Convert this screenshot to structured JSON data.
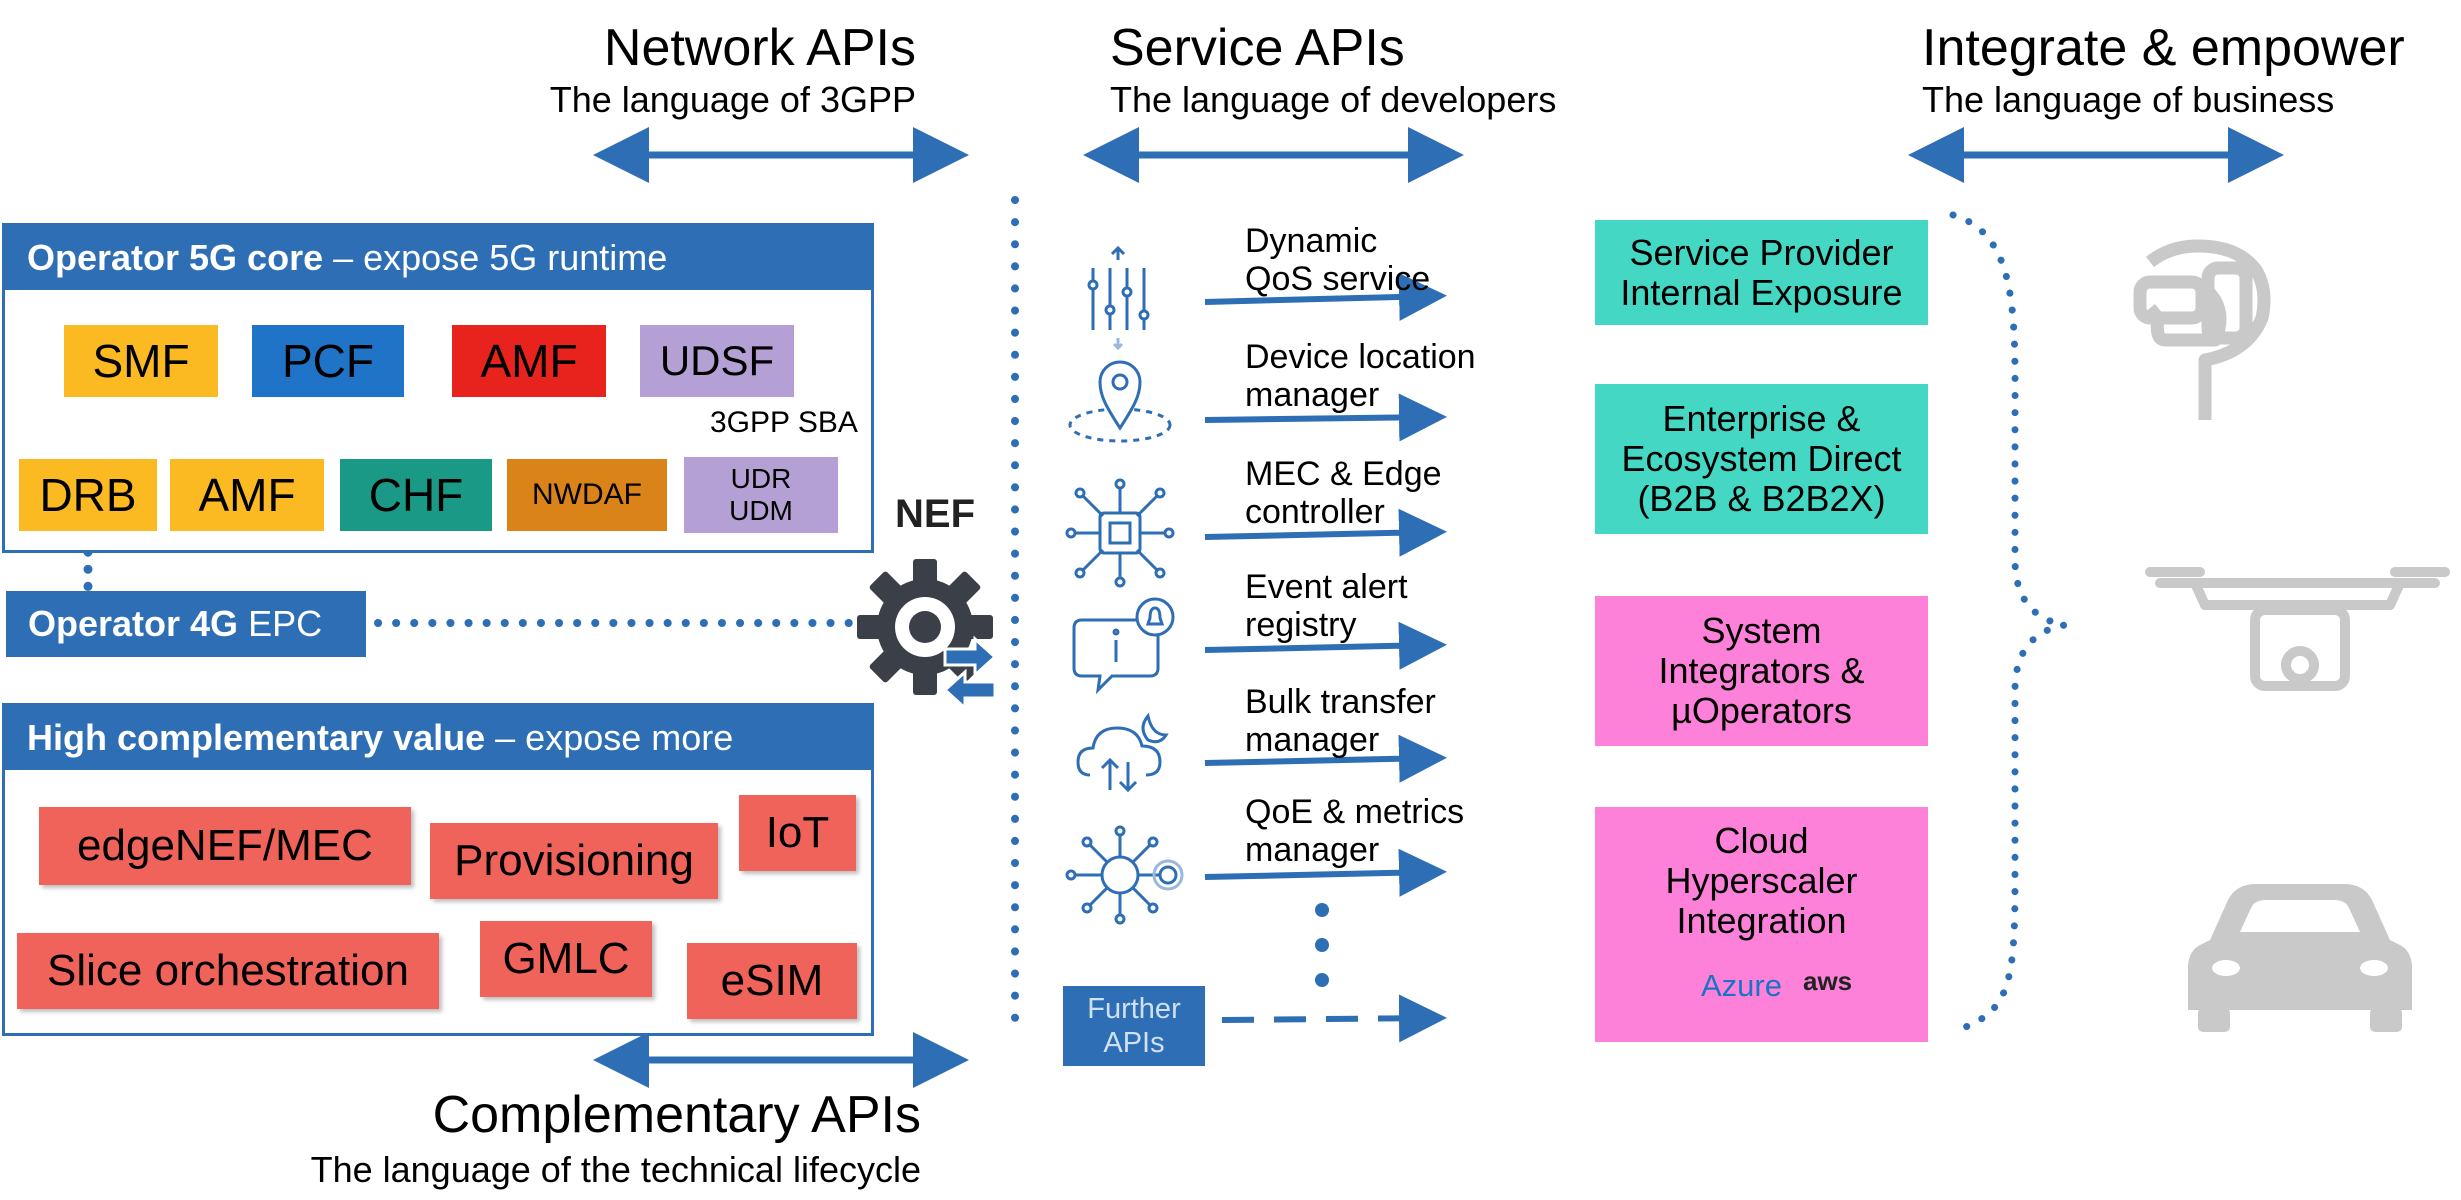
{
  "headers": {
    "network": {
      "title": "Network APIs",
      "subtitle": "The language of 3GPP"
    },
    "service": {
      "title": "Service APIs",
      "subtitle": "The language of developers"
    },
    "integrate": {
      "title": "Integrate & empower",
      "subtitle": "The language of business"
    },
    "complementary": {
      "title": "Complementary APIs",
      "subtitle": "The language of the technical lifecycle"
    }
  },
  "core_panel": {
    "title_bold": "Operator 5G core",
    "title_rest": " – expose 5G runtime",
    "top_row": [
      "SMF",
      "PCF",
      "AMF",
      "UDSF"
    ],
    "sba_label": "3GPP SBA",
    "bottom_row": [
      "DRB",
      "AMF",
      "CHF",
      "NWDAF",
      "UDR",
      "UDM"
    ]
  },
  "epc": {
    "bold": "Operator 4G",
    "rest": " EPC"
  },
  "nef_label": "NEF",
  "complementary_panel": {
    "title_bold": "High complementary value",
    "title_rest": " – expose more",
    "items": [
      "edgeNEF/MEC",
      "Provisioning",
      "IoT",
      "Slice orchestration",
      "GMLC",
      "eSIM"
    ]
  },
  "services": [
    {
      "line1": "Dynamic",
      "line2": "QoS service",
      "icon": "sliders-icon"
    },
    {
      "line1": "Device location",
      "line2": "manager",
      "icon": "location-pin-icon"
    },
    {
      "line1": "MEC & Edge",
      "line2": "controller",
      "icon": "chip-icon"
    },
    {
      "line1": "Event alert",
      "line2": "registry",
      "icon": "alert-bubble-icon"
    },
    {
      "line1": "Bulk transfer",
      "line2": "manager",
      "icon": "cloud-transfer-icon"
    },
    {
      "line1": "QoE & metrics",
      "line2": "manager",
      "icon": "5g-network-icon"
    }
  ],
  "further_apis": {
    "line1": "Further",
    "line2": "APIs"
  },
  "consumers": [
    {
      "lines": [
        "Service Provider",
        "Internal Exposure"
      ]
    },
    {
      "lines": [
        "Enterprise &",
        "Ecosystem Direct",
        "(B2B & B2B2X)"
      ]
    },
    {
      "lines": [
        "System",
        "Integrators &",
        "µOperators"
      ]
    },
    {
      "lines": [
        "Cloud",
        "Hyperscaler",
        "Integration"
      ]
    }
  ],
  "logos": {
    "azure": "Azure",
    "aws": "aws"
  },
  "device_icons": [
    "vr-headset-icon",
    "drone-icon",
    "car-icon"
  ],
  "colors": {
    "panel_blue": "#2e6eb5",
    "teal": "#44d7c3",
    "pink": "#fd81d8",
    "coral": "#ef635b",
    "yellow": "#fbb922",
    "device_gray": "#c9c9c9"
  }
}
